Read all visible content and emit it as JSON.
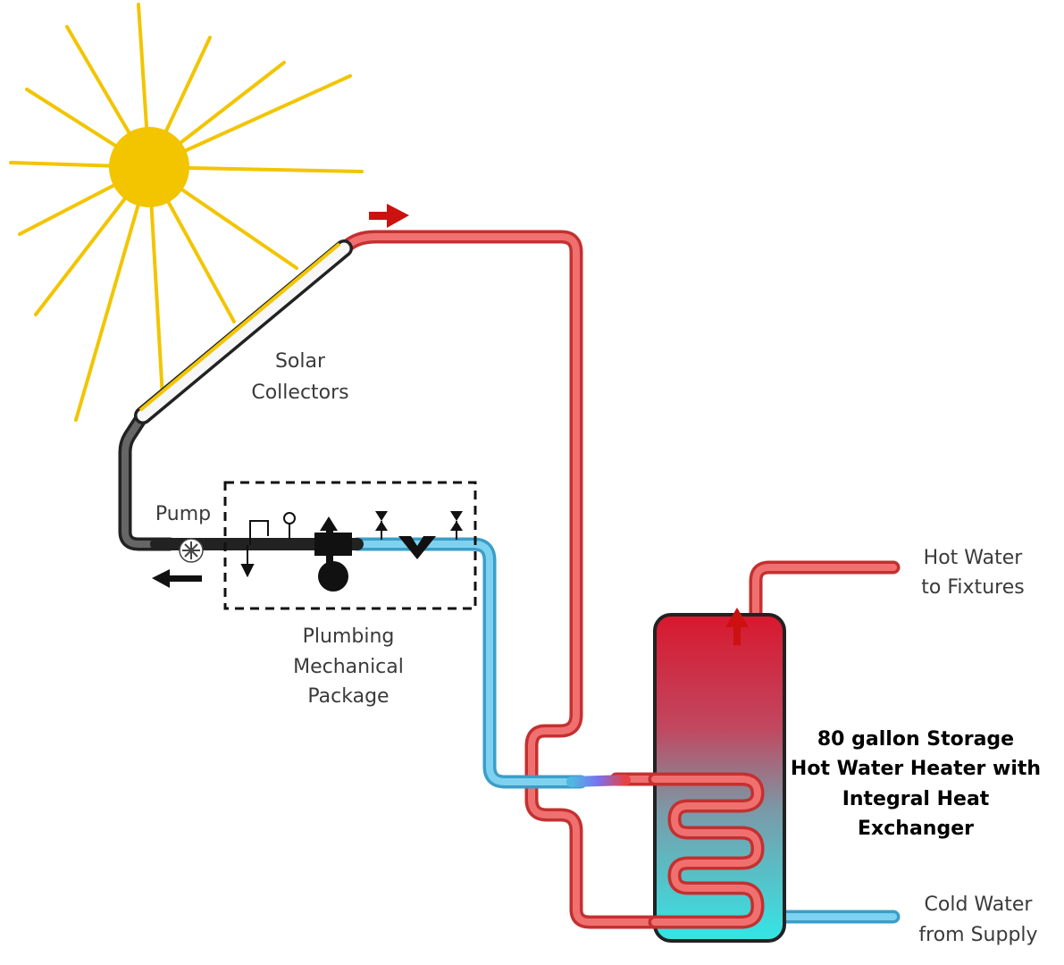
{
  "labels": {
    "solar_collectors": [
      "Solar",
      "Collectors"
    ],
    "pump": "Pump",
    "plumbing_package": [
      "Plumbing",
      "Mechanical",
      "Package"
    ],
    "hot_water": [
      "Hot Water",
      "to Fixtures"
    ],
    "tank": [
      "80 gallon Storage",
      "Hot Water Heater with",
      "Integral Heat",
      "Exchanger"
    ],
    "cold_water": [
      "Cold Water",
      "from Supply"
    ]
  },
  "colors": {
    "sun": "#f2c500",
    "hot_pipe": "#e64242",
    "cold_pipe": "#50b8e0",
    "collector_pipe": "#555555",
    "arrow": "#cc1111",
    "tank_top": "#d8182e",
    "tank_bottom": "#34e6e6"
  },
  "icons": [
    "sun-icon",
    "pump-icon",
    "valve-icon",
    "check-valve-icon",
    "flow-arrow-icon"
  ]
}
